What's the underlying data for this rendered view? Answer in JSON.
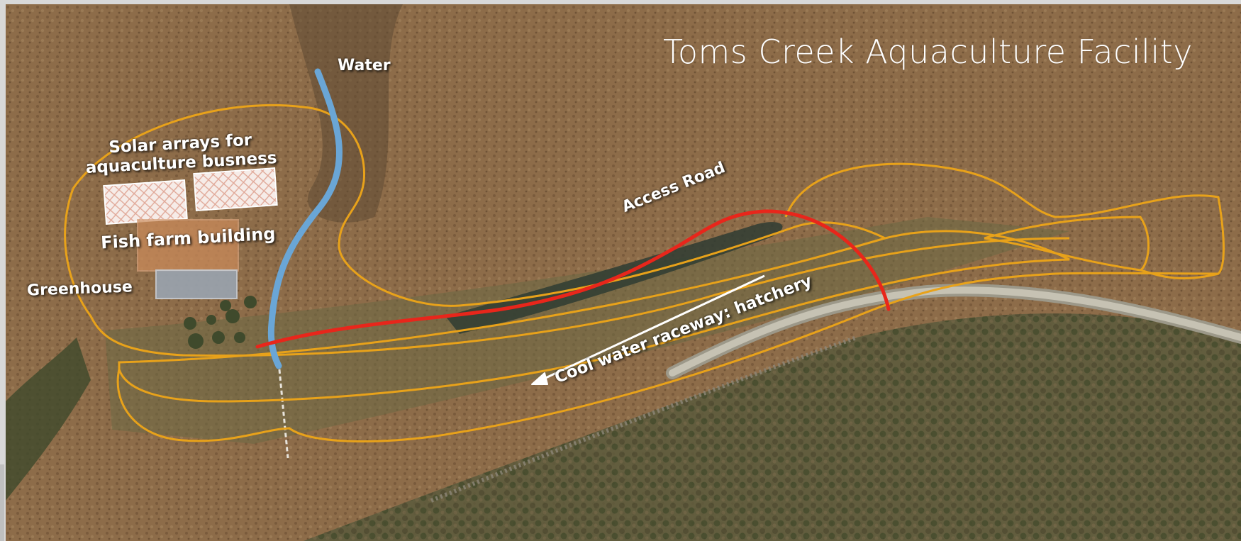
{
  "title": "Toms Creek Aquaculture Facility",
  "labels": {
    "water": "Water",
    "solar_line1": "Solar arrays for",
    "solar_line2": "aquaculture busness",
    "fish_farm": "Fish farm building",
    "greenhouse": "Greenhouse",
    "access_road": "Access Road",
    "raceway": "Cool water raceway: hatchery"
  },
  "colors": {
    "boundary": "#e8a21a",
    "access_road": "#e8261b",
    "water": "#6aa6d6",
    "solar_panel": "#f4e4e0",
    "fish_farm_building": "#c98a5a",
    "greenhouse": "#9aa4b0",
    "title_text": "#ffffff",
    "label_text": "#ffffff"
  },
  "icons": {
    "raceway_direction": "arrow-left-icon"
  }
}
